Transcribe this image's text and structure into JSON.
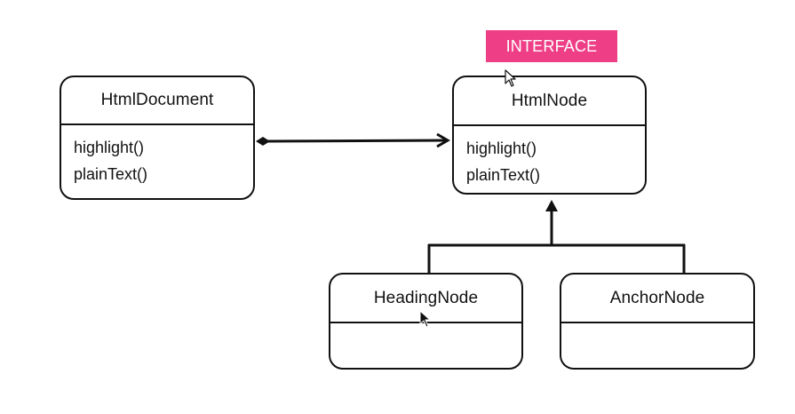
{
  "diagram": {
    "interface_badge": {
      "label": "INTERFACE",
      "color": "#ee3f86"
    },
    "classes": {
      "html_document": {
        "name": "HtmlDocument",
        "methods": [
          "highlight()",
          "plainText()"
        ]
      },
      "html_node": {
        "name": "HtmlNode",
        "methods": [
          "highlight()",
          "plainText()"
        ]
      },
      "heading_node": {
        "name": "HeadingNode",
        "methods": []
      },
      "anchor_node": {
        "name": "AnchorNode",
        "methods": []
      }
    },
    "relationships": [
      {
        "from": "HtmlDocument",
        "to": "HtmlNode",
        "kind": "composition"
      },
      {
        "from": "HeadingNode",
        "to": "HtmlNode",
        "kind": "inheritance"
      },
      {
        "from": "AnchorNode",
        "to": "HtmlNode",
        "kind": "inheritance"
      }
    ],
    "icons": [
      "mouse-cursor-icon"
    ]
  }
}
